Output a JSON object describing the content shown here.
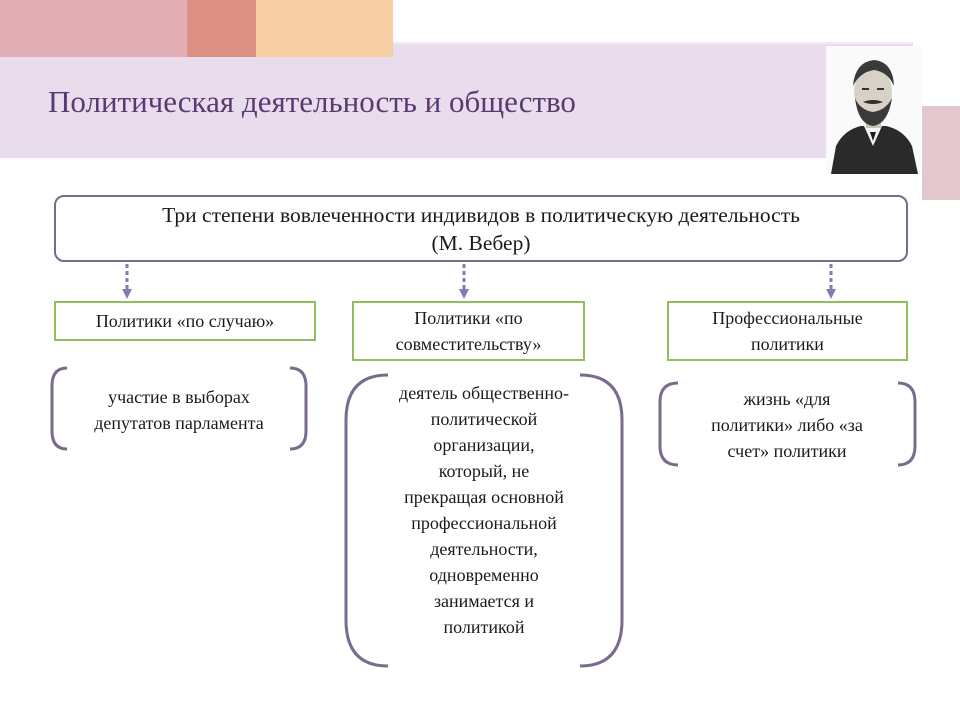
{
  "slide": {
    "title": "Политическая деятельность и общество",
    "colors": {
      "header_band": "#e9dcec",
      "accent_pink": "#e2aeb4",
      "accent_salmon": "#dd8f82",
      "accent_peach": "#f8cfa5",
      "title_text": "#5b3a74",
      "box_border_purple": "#7a6b8e",
      "box_border_green": "#8fbf5c",
      "arrow": "#8a78b0"
    }
  },
  "diagram": {
    "top_box": {
      "line1": "Три степени вовлеченности индивидов в политическую деятельность",
      "line2": "(М. Вебер)"
    },
    "categories": [
      {
        "lines": [
          "Политики «по случаю»"
        ],
        "desc_lines": [
          "участие в выборах",
          "депутатов парламента"
        ]
      },
      {
        "lines": [
          "Политики «по",
          "совместительству»"
        ],
        "desc_lines": [
          "деятель общественно-",
          "политической",
          "организации,",
          "который, не",
          "прекращая основной",
          "профессиональной",
          "деятельности,",
          "одновременно",
          "занимается и",
          "политикой"
        ]
      },
      {
        "lines": [
          "Профессиональные",
          "политики"
        ],
        "desc_lines": [
          "жизнь «для",
          "политики» либо «за",
          "счет» политики"
        ]
      }
    ]
  },
  "portrait": {
    "icon": "portrait-photo"
  }
}
